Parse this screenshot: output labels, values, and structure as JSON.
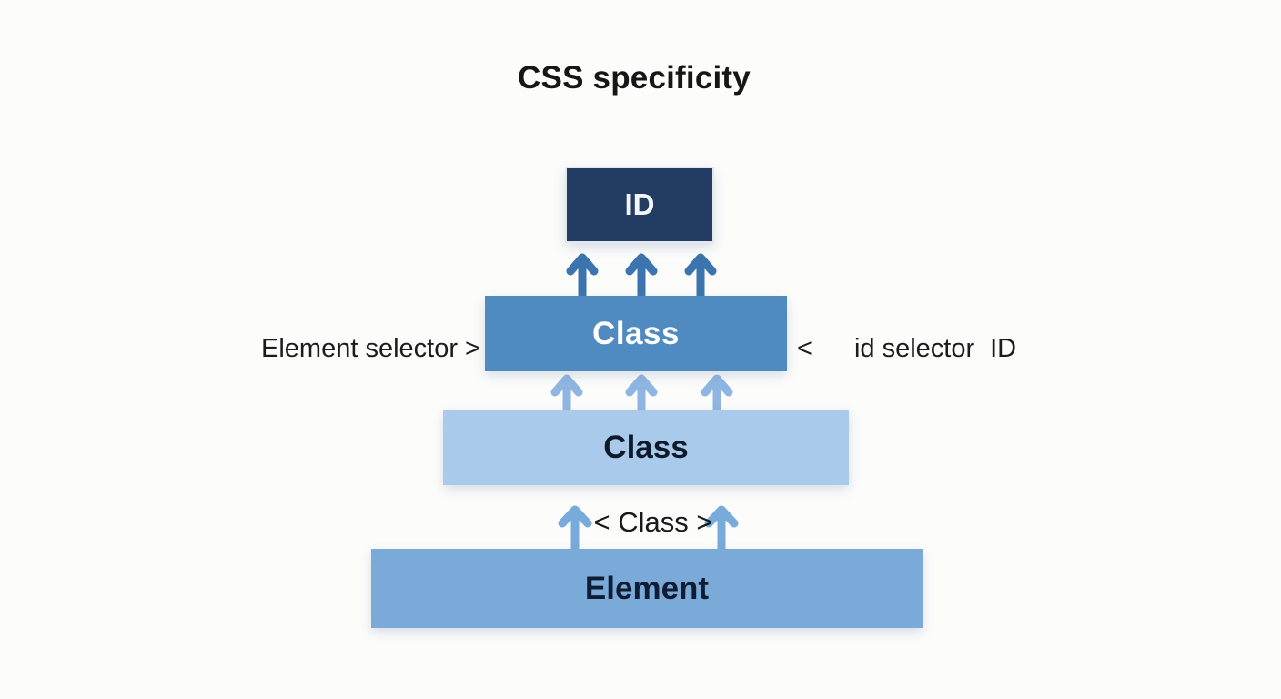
{
  "title": "CSS specificity",
  "labels": {
    "left_selector": "Element selector >",
    "right_lt": "<",
    "right_text": "id selector",
    "right_suffix": "ID",
    "middle_class": "< Class >"
  },
  "boxes": {
    "id": {
      "label": "ID",
      "color": "#223c64",
      "text_color": "#f3f6fa"
    },
    "class_mid": {
      "label": "Class",
      "color": "#4f8ac0",
      "text_color": "#ffffff"
    },
    "class_light": {
      "label": "Class",
      "color": "#a9caea",
      "text_color": "#0e1a2c"
    },
    "element": {
      "label": "Element",
      "color": "#79aad8",
      "text_color": "#101c33"
    }
  },
  "colors": {
    "background": "#fcfcfb",
    "arrow_dark": "#3b74ae",
    "arrow_light": "#8fb5e2",
    "arrow_medium": "#78aadc",
    "title_text": "#161617",
    "label_text": "#1c1c1e"
  }
}
